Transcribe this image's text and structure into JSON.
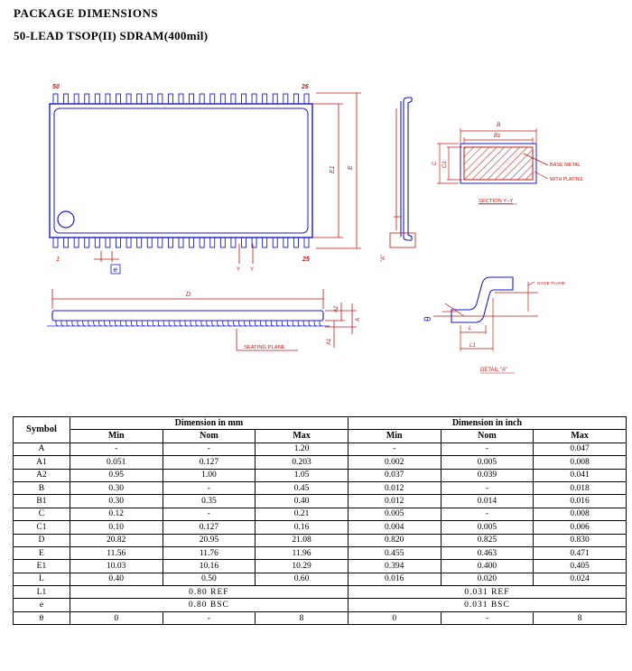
{
  "title": "PACKAGE DIMENSIONS",
  "subtitle": "50-LEAD TSOP(II) SDRAM(400mil)",
  "drawing": {
    "pin_50": "50",
    "pin_26": "26",
    "pin_1": "1",
    "pin_25": "25",
    "dim_E1": "E1",
    "dim_E": "E",
    "dim_e": "e",
    "dim_y1": "Y",
    "dim_y2": "Y",
    "dim_D": "D",
    "dim_A2": "A2",
    "dim_A": "A",
    "dim_A1": "A1",
    "seating_plane": "SEATING PLANE",
    "section_B": "B",
    "section_B1": "B1",
    "section_C1": "C1",
    "section_C": "C",
    "base_metal": "BASE METAL",
    "with_plating": "WITH PLATING",
    "section_label": "SECTION Y–Y",
    "detail_marker": "\"A\"",
    "gage_plane": "GAGE PLANE",
    "dim_L": "L",
    "dim_L1": "L1",
    "theta": "θ",
    "detail_label": "DETAIL \"A\""
  },
  "table": {
    "symbol_header": "Symbol",
    "mm_header": "Dimension in mm",
    "inch_header": "Dimension in inch",
    "sub_headers": [
      "Min",
      "Nom",
      "Max",
      "Min",
      "Nom",
      "Max"
    ],
    "rows": [
      {
        "symbol": "A",
        "cells": [
          "-",
          "-",
          "1.20",
          "-",
          "-",
          "0.047"
        ]
      },
      {
        "symbol": "A1",
        "cells": [
          "0.051",
          "0.127",
          "0.203",
          "0.002",
          "0.005",
          "0.008"
        ]
      },
      {
        "symbol": "A2",
        "cells": [
          "0.95",
          "1.00",
          "1.05",
          "0.037",
          "0.039",
          "0.041"
        ]
      },
      {
        "symbol": "B",
        "cells": [
          "0.30",
          "-",
          "0.45",
          "0.012",
          "-",
          "0.018"
        ]
      },
      {
        "symbol": "B1",
        "cells": [
          "0.30",
          "0.35",
          "0.40",
          "0.012",
          "0.014",
          "0.016"
        ]
      },
      {
        "symbol": "C",
        "cells": [
          "0.12",
          "-",
          "0.21",
          "0.005",
          "-",
          "0.008"
        ]
      },
      {
        "symbol": "C1",
        "cells": [
          "0.10",
          "0.127",
          "0.16",
          "0.004",
          "0.005",
          "0.006"
        ]
      },
      {
        "symbol": "D",
        "cells": [
          "20.82",
          "20.95",
          "21.08",
          "0.820",
          "0.825",
          "0.830"
        ]
      },
      {
        "symbol": "E",
        "cells": [
          "11.56",
          "11.76",
          "11.96",
          "0.455",
          "0.463",
          "0.471"
        ]
      },
      {
        "symbol": "E1",
        "cells": [
          "10.03",
          "10.16",
          "10.29",
          "0.394",
          "0.400",
          "0.405"
        ]
      },
      {
        "symbol": "L",
        "cells": [
          "0.40",
          "0.50",
          "0.60",
          "0.016",
          "0.020",
          "0.024"
        ]
      }
    ],
    "span_rows": [
      {
        "symbol": "L1",
        "mm": "0.80 REF",
        "inch": "0.031 REF"
      },
      {
        "symbol": "e",
        "mm": "0.80 BSC",
        "inch": "0.031 BSC"
      }
    ],
    "theta_row": {
      "symbol": "θ",
      "cells": [
        "0",
        "-",
        "8",
        "0",
        "-",
        "8"
      ]
    }
  },
  "colors": {
    "outline": "#1a1acc",
    "dimension": "#c01818",
    "text": "#000000"
  }
}
